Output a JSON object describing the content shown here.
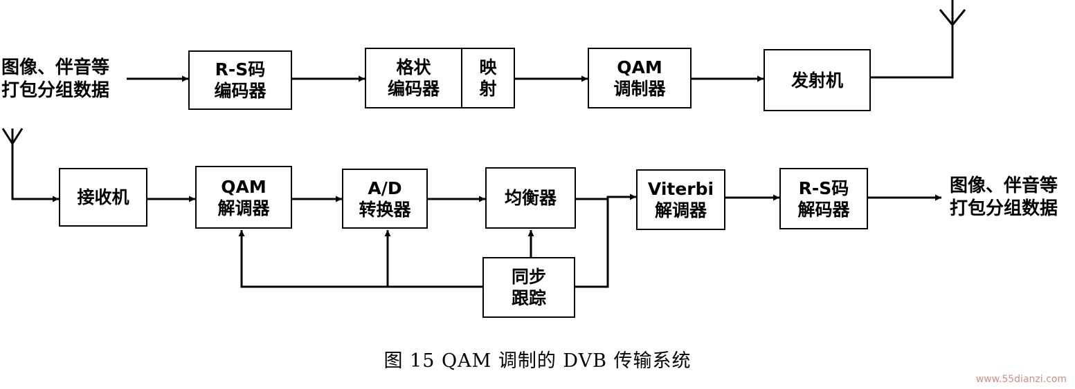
{
  "input_label": "图像、伴音等\n打包分组数据",
  "output_label": "图像、伴音等\n打包分组数据",
  "blocks": {
    "rs_encoder": "R-S码\n编码器",
    "trellis_encoder": "格状\n编码器",
    "mapping": "映\n射",
    "qam_modulator": "QAM\n调制器",
    "transmitter": "发射机",
    "receiver": "接收机",
    "qam_demodulator": "QAM\n解调器",
    "ad_converter": "A/D\n转换器",
    "equalizer": "均衡器",
    "viterbi_decoder": "Viterbi\n解调器",
    "rs_decoder": "R-S码\n解码器",
    "sync_tracking": "同步\n跟踪"
  },
  "caption": "图 15   QAM 调制的 DVB 传输系统",
  "watermark": "www.55dianzi.com"
}
